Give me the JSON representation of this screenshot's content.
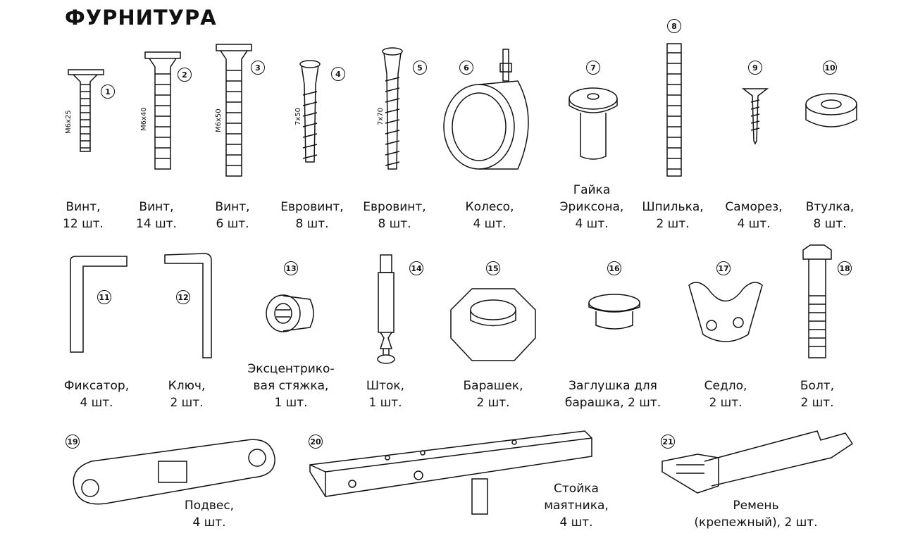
{
  "title": "ФУРНИТУРА",
  "items": [
    {
      "num": "1",
      "lines": [
        "Винт,",
        "12 шт."
      ],
      "size": "M6x25"
    },
    {
      "num": "2",
      "lines": [
        "Винт,",
        "14 шт."
      ],
      "size": "M6x40"
    },
    {
      "num": "3",
      "lines": [
        "Винт,",
        "6 шт."
      ],
      "size": "M6x50"
    },
    {
      "num": "4",
      "lines": [
        "Евровинт,",
        "8 шт."
      ],
      "size": "7x50"
    },
    {
      "num": "5",
      "lines": [
        "Евровинт,",
        "8 шт."
      ],
      "size": "7x70"
    },
    {
      "num": "6",
      "lines": [
        "Колесо,",
        "4 шт."
      ]
    },
    {
      "num": "7",
      "lines": [
        "Гайка",
        "Эриксона,",
        "4 шт."
      ]
    },
    {
      "num": "8",
      "lines": [
        "Шпилька,",
        "2 шт."
      ]
    },
    {
      "num": "9",
      "lines": [
        "Саморез,",
        "4 шт."
      ]
    },
    {
      "num": "10",
      "lines": [
        "Втулка,",
        "8 шт."
      ]
    },
    {
      "num": "11",
      "lines": [
        "Фиксатор,",
        "4 шт."
      ]
    },
    {
      "num": "12",
      "lines": [
        "Ключ,",
        "2 шт."
      ]
    },
    {
      "num": "13",
      "lines": [
        "Эксцентрико-",
        "вая стяжка,",
        "1 шт."
      ]
    },
    {
      "num": "14",
      "lines": [
        "Шток,",
        "1 шт."
      ]
    },
    {
      "num": "15",
      "lines": [
        "Барашек,",
        "2 шт."
      ]
    },
    {
      "num": "16",
      "lines": [
        "Заглушка для",
        "барашка, 2 шт."
      ]
    },
    {
      "num": "17",
      "lines": [
        "Седло,",
        "2 шт."
      ]
    },
    {
      "num": "18",
      "lines": [
        "Болт,",
        "2 шт."
      ]
    },
    {
      "num": "19",
      "lines": [
        "Подвес,",
        "4 шт."
      ]
    },
    {
      "num": "20",
      "lines": [
        "Стойка",
        "маятника,",
        "4 шт."
      ]
    },
    {
      "num": "21",
      "lines": [
        "Ремень",
        "(крепежный), 2 шт."
      ]
    }
  ]
}
